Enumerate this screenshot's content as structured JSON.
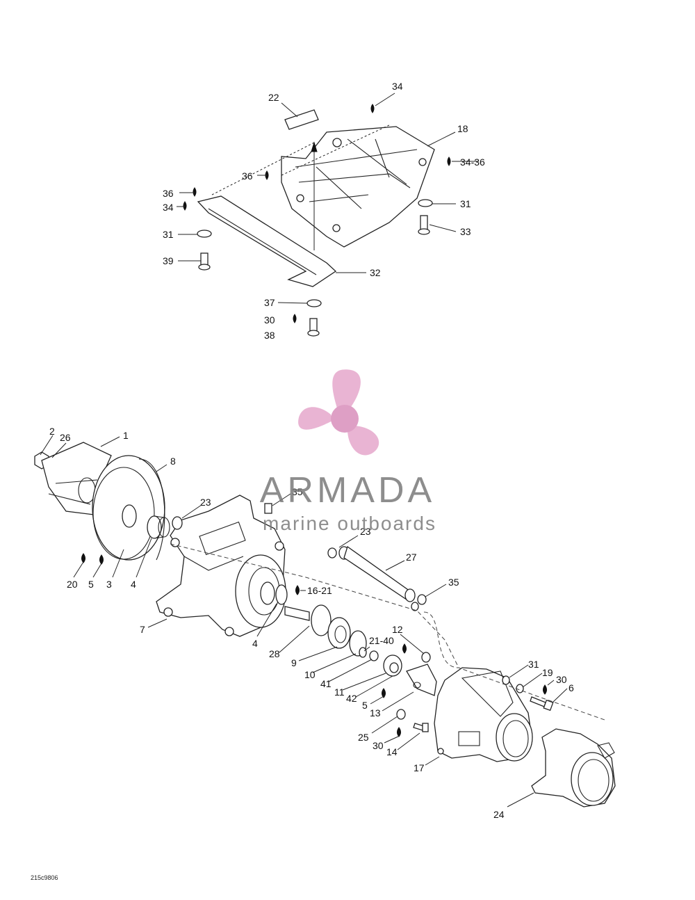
{
  "diagram": {
    "labels": {
      "l22": "22",
      "l34a": "34",
      "l18": "18",
      "l34_36": "34-36",
      "l36a": "36",
      "l36b": "36",
      "l34b": "34",
      "l31a": "31",
      "l31b": "31",
      "l33": "33",
      "l39": "39",
      "l32": "32",
      "l37": "37",
      "l30a": "30",
      "l38": "38",
      "l2": "2",
      "l26": "26",
      "l1": "1",
      "l8": "8",
      "l23a": "23",
      "l35a": "35",
      "l23b": "23",
      "l27": "27",
      "l35b": "35",
      "l20": "20",
      "l5a": "5",
      "l3": "3",
      "l4a": "4",
      "l16_21": "16-21",
      "l7": "7",
      "l4b": "4",
      "l28": "28",
      "l12": "12",
      "l21_40": "21-40",
      "l9": "9",
      "l10": "10",
      "l41": "41",
      "l11": "11",
      "l42": "42",
      "l5b": "5",
      "l13": "13",
      "l31c": "31",
      "l19": "19",
      "l30b": "30",
      "l6": "6",
      "l25": "25",
      "l30c": "30",
      "l14": "14",
      "l17": "17",
      "l24": "24"
    },
    "drawing_code": "215c9806"
  },
  "watermark": {
    "brand": "ARMADA",
    "tagline": "marine outboards",
    "logo_color": "#e6a8cc",
    "text_color": "#7a7a7a"
  }
}
